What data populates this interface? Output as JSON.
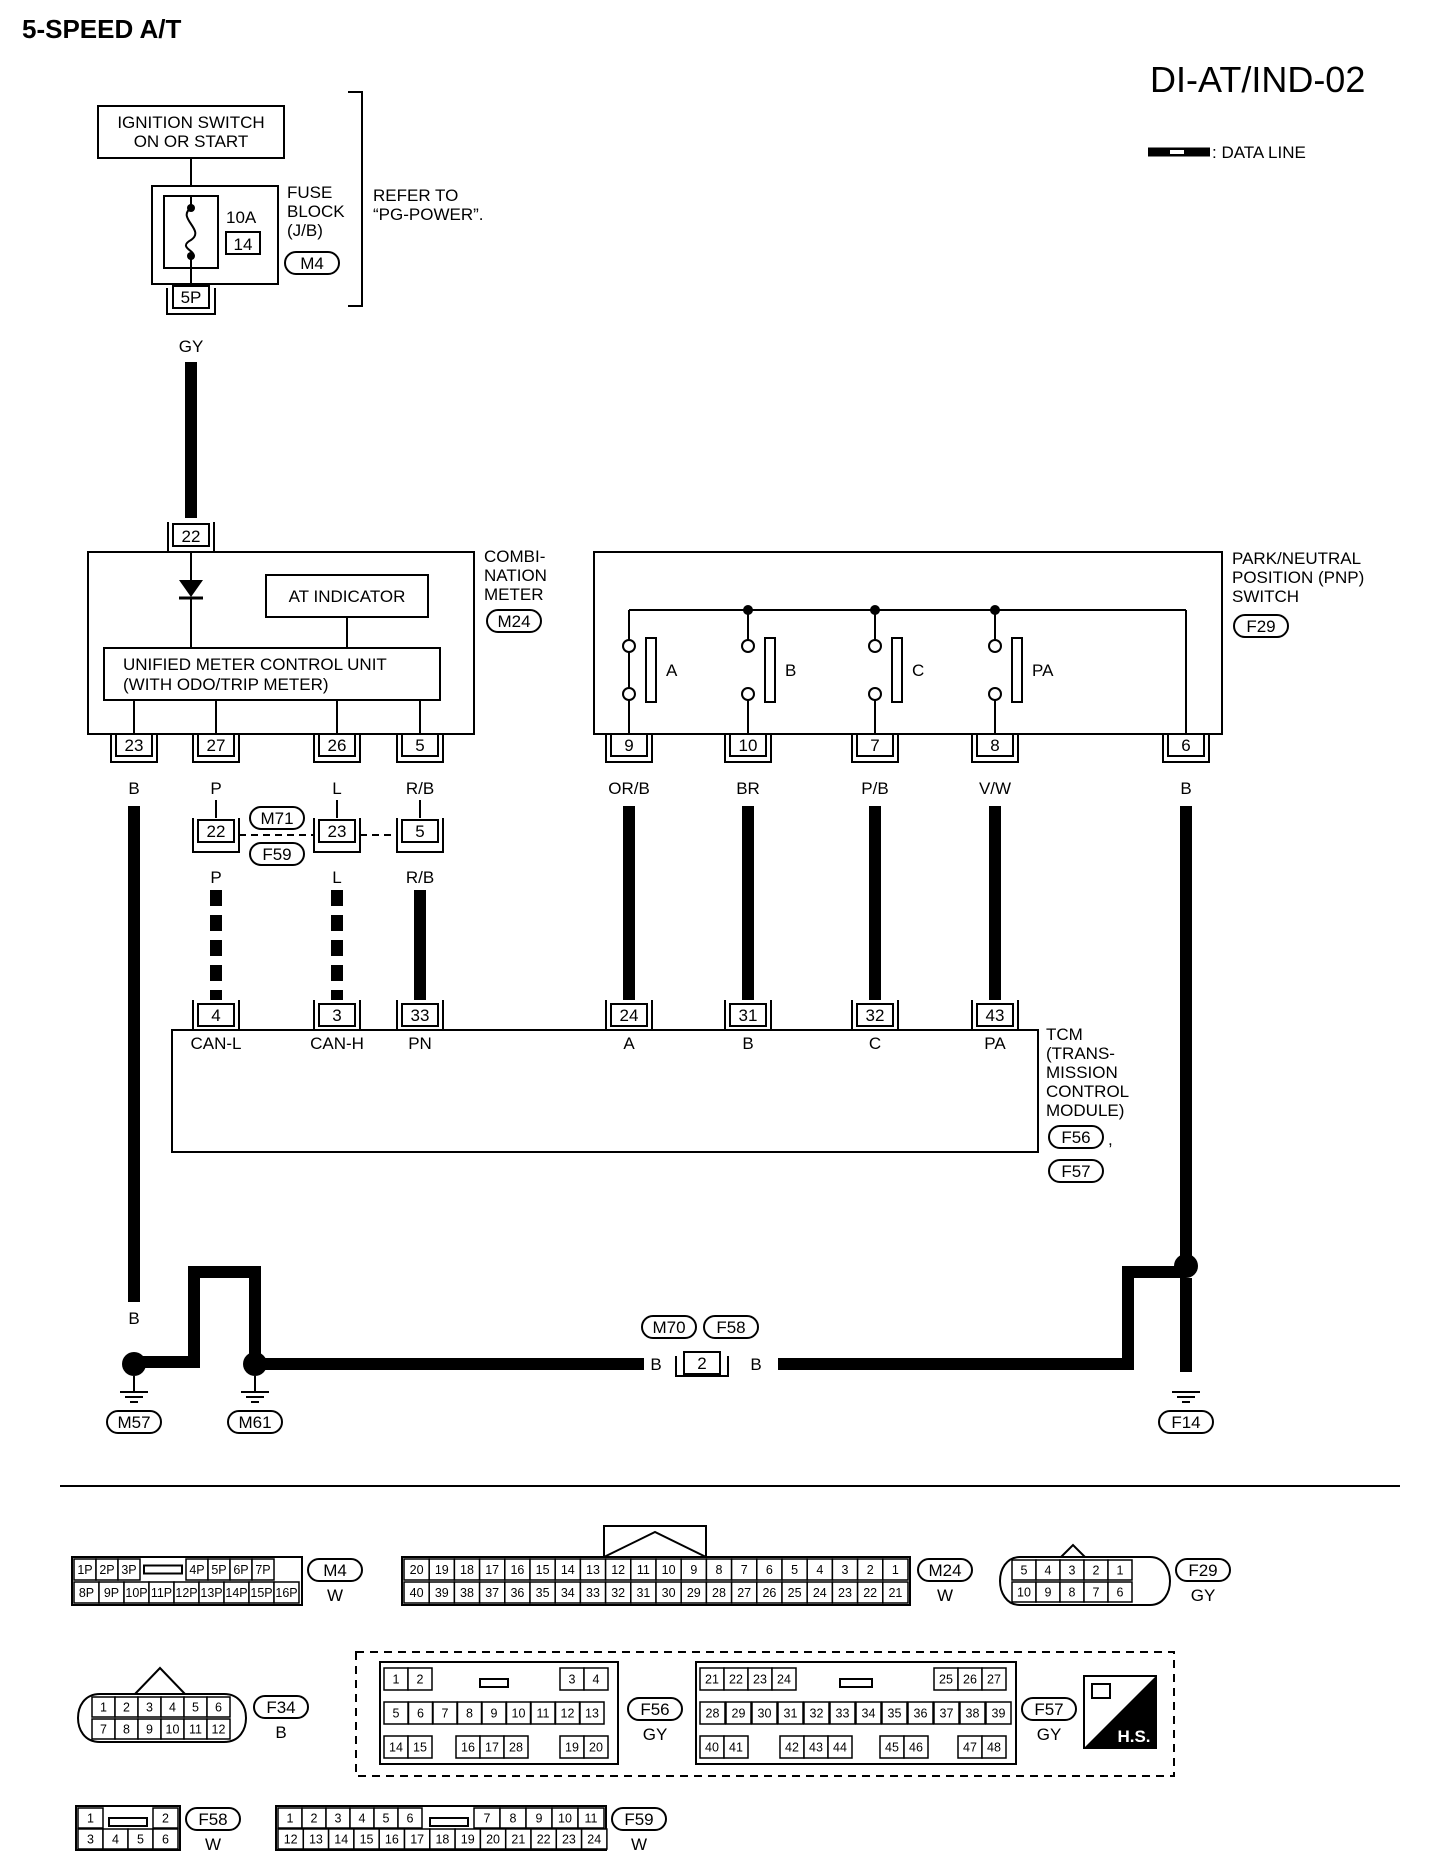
{
  "header": {
    "title": "5-SPEED A/T",
    "code": "DI-AT/IND-02",
    "legend_label": ": DATA LINE"
  },
  "power": {
    "ignition_line1": "IGNITION SWITCH",
    "ignition_line2": "ON OR START",
    "fuse_rating": "10A",
    "fuse_number": "14",
    "fuse_block_line1": "FUSE",
    "fuse_block_line2": "BLOCK",
    "fuse_block_line3": "(J/B)",
    "fuse_block_connector": "M4",
    "refer_line1": "REFER TO",
    "refer_line2": "“PG-POWER”.",
    "fuse_pin": "5P",
    "wire_color": "GY"
  },
  "meter": {
    "top_pin": "22",
    "name_line1": "COMBI-",
    "name_line2": "NATION",
    "name_line3": "METER",
    "connector": "M24",
    "at_indicator": "AT INDICATOR",
    "unit_line1": "UNIFIED METER CONTROL UNIT",
    "unit_line2": "(WITH ODO/TRIP METER)",
    "pins": [
      "23",
      "27",
      "26",
      "5"
    ],
    "wire_colors": [
      "B",
      "P",
      "L",
      "R/B"
    ]
  },
  "joint": {
    "pins": [
      "22",
      "23",
      "5"
    ],
    "connector_a": "M71",
    "connector_b": "F59",
    "wire_colors_below": [
      "P",
      "L",
      "R/B"
    ]
  },
  "pnp": {
    "name_line1": "PARK/NEUTRAL",
    "name_line2": "POSITION (PNP)",
    "name_line3": "SWITCH",
    "connector": "F29",
    "contacts": [
      "A",
      "B",
      "C",
      "PA"
    ],
    "pins": [
      "9",
      "10",
      "7",
      "8",
      "6"
    ],
    "wire_colors": [
      "OR/B",
      "BR",
      "P/B",
      "V/W",
      "B"
    ]
  },
  "tcm": {
    "pins": [
      "4",
      "3",
      "33",
      "24",
      "31",
      "32",
      "43"
    ],
    "labels": [
      "CAN-L",
      "CAN-H",
      "PN",
      "A",
      "B",
      "C",
      "PA"
    ],
    "name_line1": "TCM",
    "name_line2": "(TRANS-",
    "name_line3": "MISSION",
    "name_line4": "CONTROL",
    "name_line5": "MODULE)",
    "connector_a": "F56",
    "connector_b": "F57",
    "comma": ","
  },
  "ground": {
    "color": "B",
    "joint_pin": "2",
    "joint_connector_a": "M70",
    "joint_connector_b": "F58",
    "left_ground": "M57",
    "middle_ground": "M61",
    "right_ground": "F14"
  },
  "connectors": {
    "m4": {
      "name": "M4",
      "color": "W",
      "top": [
        "1P",
        "2P",
        "3P",
        "4P",
        "5P",
        "6P",
        "7P"
      ],
      "bottom": [
        "8P",
        "9P",
        "10P",
        "11P",
        "12P",
        "13P",
        "14P",
        "15P",
        "16P"
      ]
    },
    "m24": {
      "name": "M24",
      "color": "W",
      "top": [
        "20",
        "19",
        "18",
        "17",
        "16",
        "15",
        "14",
        "13",
        "12",
        "11",
        "10",
        "9",
        "8",
        "7",
        "6",
        "5",
        "4",
        "3",
        "2",
        "1"
      ],
      "bottom": [
        "40",
        "39",
        "38",
        "37",
        "36",
        "35",
        "34",
        "33",
        "32",
        "31",
        "30",
        "29",
        "28",
        "27",
        "26",
        "25",
        "24",
        "23",
        "22",
        "21"
      ]
    },
    "f29": {
      "name": "F29",
      "color": "GY",
      "top": [
        "5",
        "4",
        "3",
        "2",
        "1"
      ],
      "bottom": [
        "10",
        "9",
        "8",
        "7",
        "6"
      ]
    },
    "f34": {
      "name": "F34",
      "color": "B",
      "top": [
        "1",
        "2",
        "3",
        "4",
        "5",
        "6"
      ],
      "bottom": [
        "7",
        "8",
        "9",
        "10",
        "11",
        "12"
      ]
    },
    "f56": {
      "name": "F56",
      "color": "GY",
      "top": [
        "1",
        "2",
        "3",
        "4"
      ],
      "mid": [
        "5",
        "6",
        "7",
        "8",
        "9",
        "10",
        "11",
        "12",
        "13"
      ],
      "bottom": [
        "14",
        "15",
        "16",
        "17",
        "28",
        "19",
        "20"
      ]
    },
    "f57": {
      "name": "F57",
      "color": "GY",
      "top": [
        "21",
        "22",
        "23",
        "24",
        "25",
        "26",
        "27"
      ],
      "mid": [
        "28",
        "29",
        "30",
        "31",
        "32",
        "33",
        "34",
        "35",
        "36",
        "37",
        "38",
        "39"
      ],
      "bottom": [
        "40",
        "41",
        "42",
        "43",
        "44",
        "45",
        "46",
        "47",
        "48"
      ]
    },
    "f58": {
      "name": "F58",
      "color": "W",
      "top": [
        "1",
        "2"
      ],
      "bottom": [
        "3",
        "4",
        "5",
        "6"
      ]
    },
    "f59": {
      "name": "F59",
      "color": "W",
      "top": [
        "1",
        "2",
        "3",
        "4",
        "5",
        "6",
        "7",
        "8",
        "9",
        "10",
        "11"
      ],
      "bottom": [
        "12",
        "13",
        "14",
        "15",
        "16",
        "17",
        "18",
        "19",
        "20",
        "21",
        "22",
        "23",
        "24"
      ]
    },
    "hs_label": "H.S."
  }
}
